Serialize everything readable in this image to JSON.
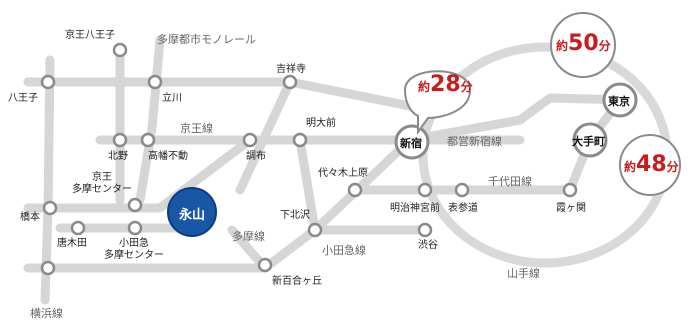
{
  "colors": {
    "track": "#d6d6d6",
    "station_fill": "#ffffff",
    "station_stroke": "#8a8a8a",
    "home": "#1a56a6",
    "time_red": "#cc1a1a"
  },
  "lines": {
    "tama_monorail": "多摩都市モノレール",
    "keio": "京王線",
    "toei_shinjuku": "都営新宿線",
    "chiyoda": "千代田線",
    "tama": "多摩線",
    "odakyu": "小田急線",
    "yamanote": "山手線",
    "yokohama": "横浜線"
  },
  "stations": {
    "keio_hachioji": "京王八王子",
    "hachioji": "八王子",
    "tachikawa": "立川",
    "kichijoji": "吉祥寺",
    "meidaimae": "明大前",
    "kitano": "北野",
    "takahatafudo": "高幡不動",
    "chofu": "調布",
    "keio_tama_center_1": "京王",
    "keio_tama_center_2": "多摩センター",
    "hashimoto": "橋本",
    "karakida": "唐木田",
    "odakyu_tama_center_1": "小田急",
    "odakyu_tama_center_2": "多摩センター",
    "shimokitazawa": "下北沢",
    "shinyurigaoka": "新百合ヶ丘",
    "yoyogiuehara": "代々木上原",
    "meijijingumae": "明治神宮前",
    "omotesando": "表参道",
    "shibuya": "渋谷",
    "kasumigaseki": "霞ヶ関"
  },
  "major_stations": {
    "home": "永山",
    "shinjuku": "新宿",
    "tokyo": "東京",
    "otemachi": "大手町"
  },
  "travel_times": {
    "prefix": "約",
    "unit": "分",
    "shinjuku": "28",
    "tokyo": "50",
    "otemachi": "48"
  }
}
